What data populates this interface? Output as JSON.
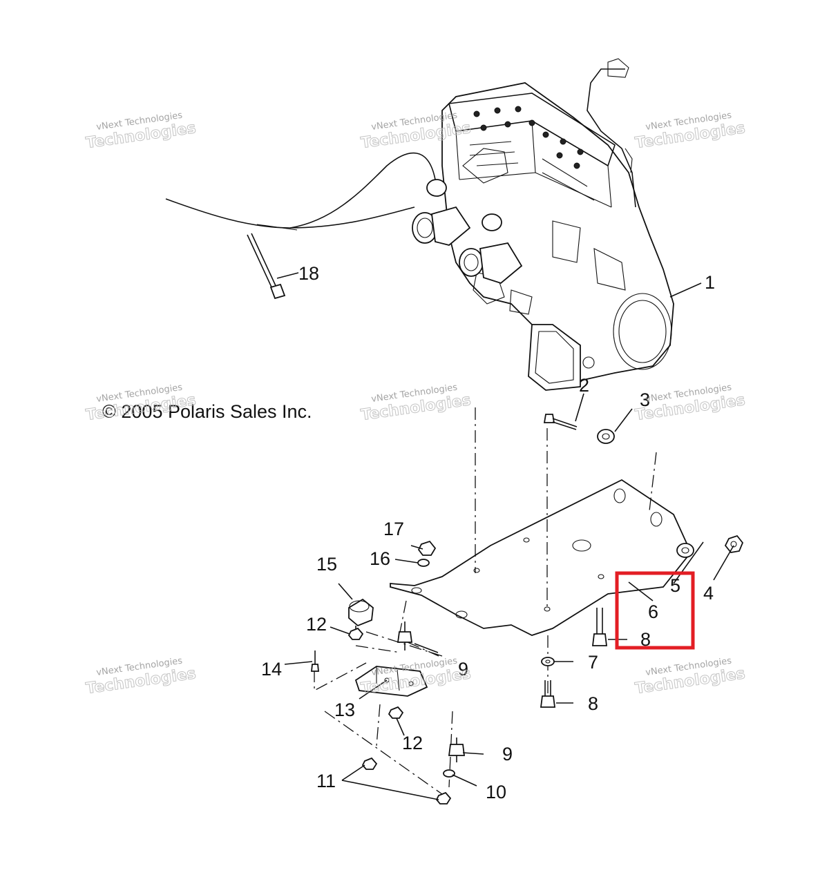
{
  "copyright": "© 2005 Polaris Sales Inc.",
  "watermark": {
    "line1": "vNext Technologies",
    "line2": "Technologies"
  },
  "callouts": [
    "1",
    "2",
    "3",
    "4",
    "5",
    "6",
    "7",
    "8",
    "9",
    "10",
    "11",
    "12",
    "13",
    "14",
    "15",
    "16",
    "17",
    "18"
  ],
  "highlight": {
    "color": "#e31e24",
    "labels": [
      "5",
      "6",
      "8"
    ]
  },
  "colors": {
    "ink": "#111111",
    "watermark": "#9a9a9a"
  }
}
